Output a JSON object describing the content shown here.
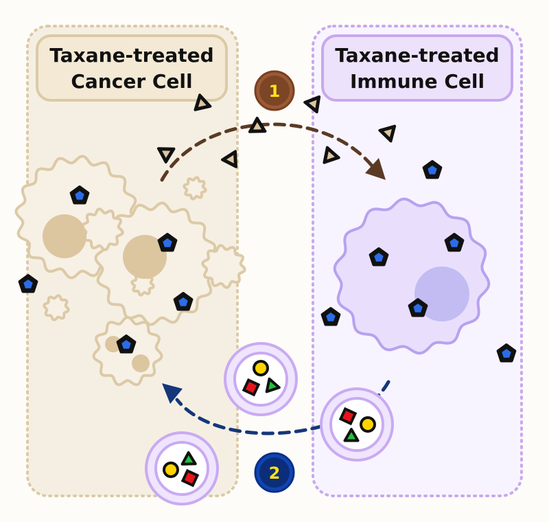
{
  "panels": {
    "cancer": {
      "label_line1": "Taxane-treated",
      "label_line2": "Cancer Cell"
    },
    "immune": {
      "label_line1": "Taxane-treated",
      "label_line2": "Immune Cell"
    }
  },
  "steps": {
    "step1": "1",
    "step2": "2"
  },
  "colors": {
    "cancer_border": "#dccaa6",
    "cancer_fill": "#f4ecdc",
    "cancer_cell": "#f7f0e5",
    "cancer_nucleus": "#dcc6a0",
    "immune_border": "#c8a8ee",
    "immune_fill": "#f6f2fe",
    "immune_cell": "#e9dffd",
    "immune_nucleus": "#c2bcf3",
    "arrow_top": "#5b3a24",
    "arrow_bottom": "#15377a",
    "badge1": "#9a5a36",
    "badge2": "#0f45b5",
    "badge_text": "#ffe21a",
    "particle_blue": "#2b6de8",
    "vesicle": "#c9aaf2"
  }
}
